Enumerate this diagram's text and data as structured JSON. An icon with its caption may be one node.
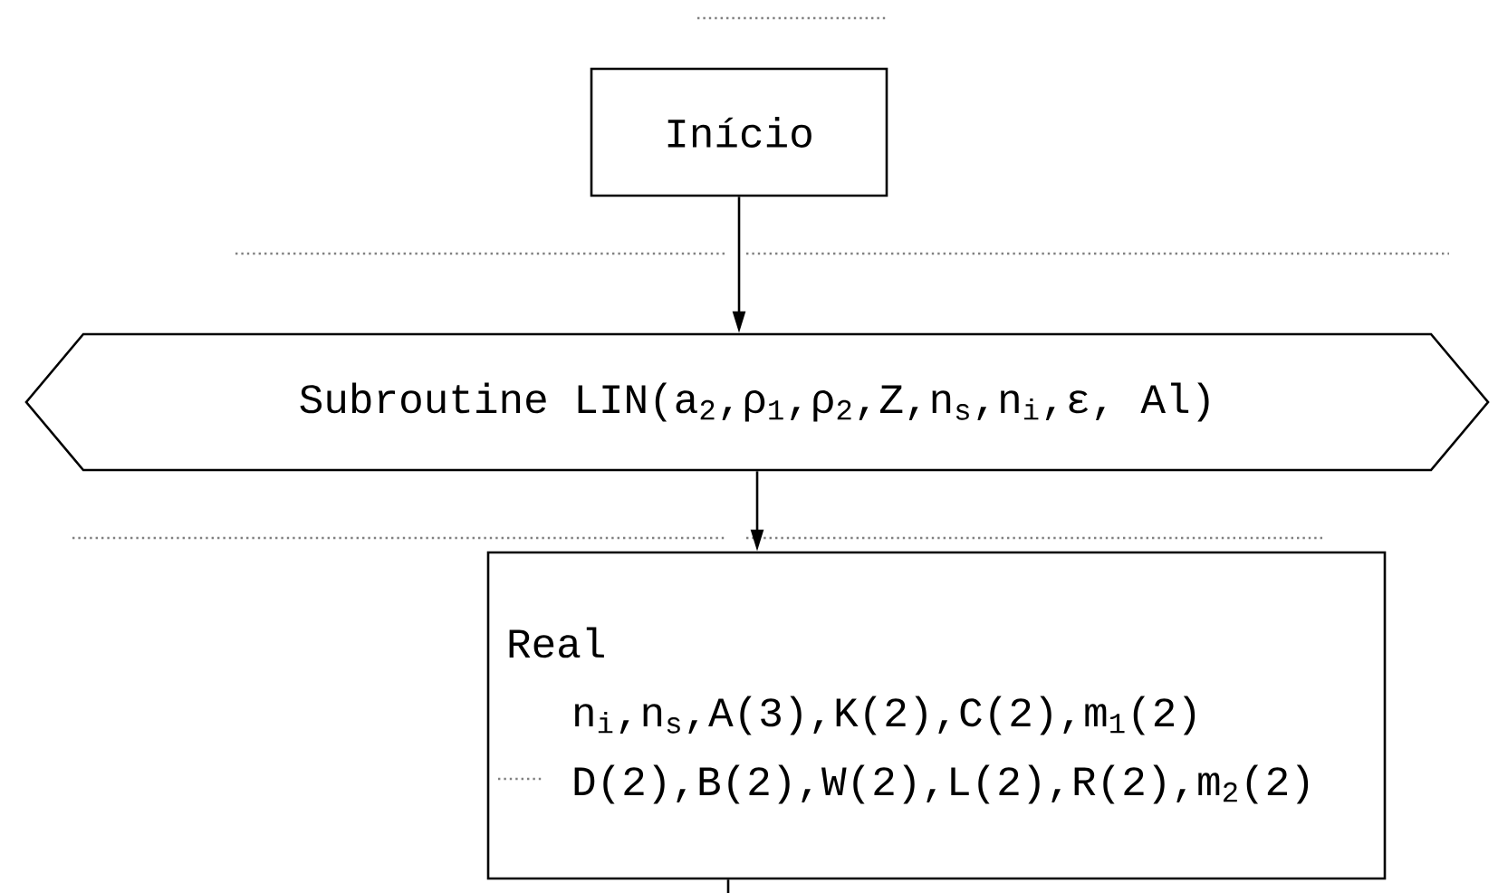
{
  "diagram": {
    "nodes": [
      {
        "text": [
          "Início"
        ]
      },
      {
        "text": [
          "Subroutine LIN(a$_{2}$,ρ$_{1}$,ρ$_{2}$,Z,n$_{s}$,n$_{i}$,ε, Al)"
        ]
      },
      {
        "text": [
          "Real",
          "n$_{i}$,n$_{s}$,A(3),K(2),C(2),m$_{1}$(2)",
          "D(2),B(2),W(2),L(2),R(2),m$_{2}$(2)"
        ]
      }
    ],
    "edges": [
      {
        "from": 0,
        "to": 1,
        "arrow": "to"
      },
      {
        "from": 1,
        "to": 2,
        "arrow": "to"
      },
      {
        "from": 2,
        "to": null,
        "arrow": "none"
      }
    ]
  }
}
